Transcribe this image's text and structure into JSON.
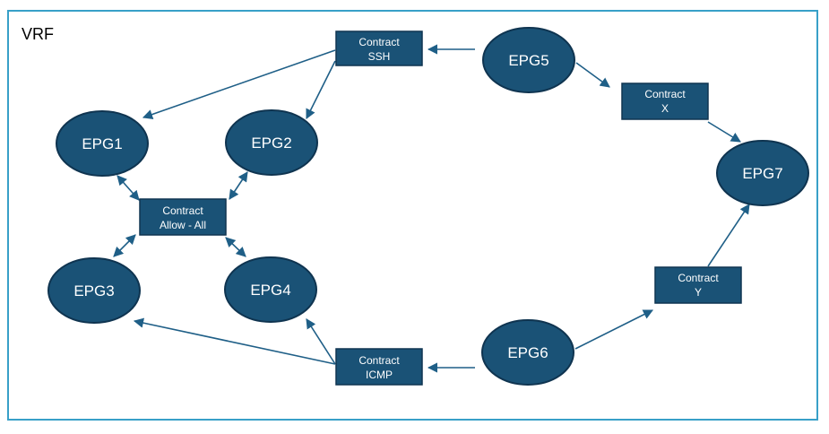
{
  "vrf": {
    "label": "VRF"
  },
  "colors": {
    "node_fill": "#1a5276",
    "node_stroke": "#0f3450",
    "edge": "#1f5f87",
    "frame": "#38a0c8"
  },
  "epgs": {
    "epg1": "EPG1",
    "epg2": "EPG2",
    "epg3": "EPG3",
    "epg4": "EPG4",
    "epg5": "EPG5",
    "epg6": "EPG6",
    "epg7": "EPG7"
  },
  "contracts": {
    "ssh": {
      "line1": "Contract",
      "line2": "SSH"
    },
    "allow_all": {
      "line1": "Contract",
      "line2": "Allow - All"
    },
    "icmp": {
      "line1": "Contract",
      "line2": "ICMP"
    },
    "x": {
      "line1": "Contract",
      "line2": "X"
    },
    "y": {
      "line1": "Contract",
      "line2": "Y"
    }
  }
}
